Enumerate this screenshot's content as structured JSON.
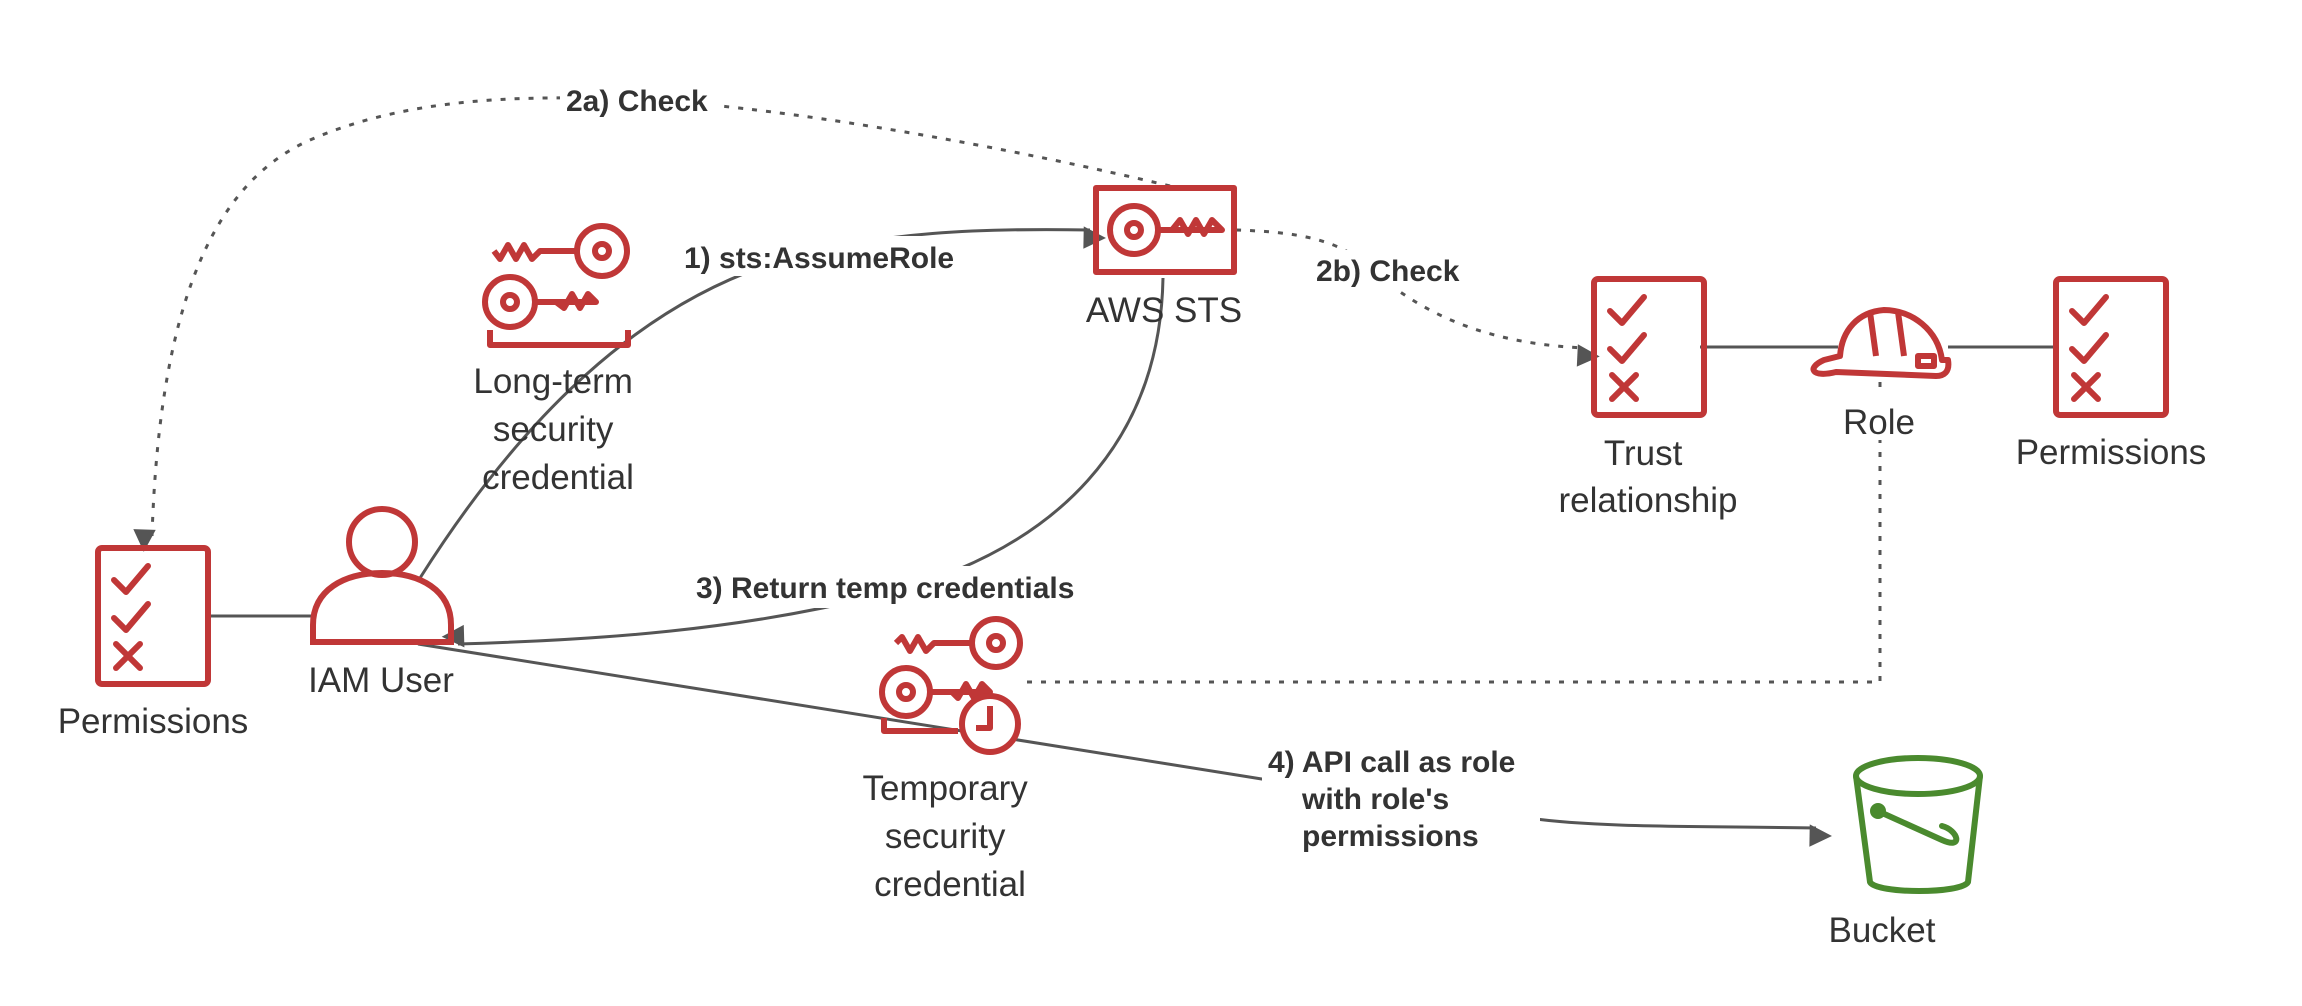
{
  "colors": {
    "icon": "#c03737",
    "bucket": "#4a8a2e",
    "line": "#555555",
    "text": "#333333"
  },
  "nodes": {
    "permissions_left": {
      "label": "Permissions",
      "icon": "checklist-icon"
    },
    "iam_user": {
      "label": "IAM User",
      "icon": "user-icon"
    },
    "long_term_credential": {
      "label_lines": [
        "Long-term",
        "security",
        "credential"
      ],
      "icon": "keys-icon"
    },
    "aws_sts": {
      "label": "AWS STS",
      "icon": "key-icon"
    },
    "trust_relationship": {
      "label_lines": [
        "Trust",
        "relationship"
      ],
      "icon": "checklist-icon"
    },
    "role": {
      "label": "Role",
      "icon": "hard-hat-icon"
    },
    "permissions_right": {
      "label": "Permissions",
      "icon": "checklist-icon"
    },
    "temporary_credential": {
      "label_lines": [
        "Temporary",
        "security",
        "credential"
      ],
      "icon": "keys-clock-icon"
    },
    "bucket": {
      "label": "Bucket",
      "icon": "bucket-icon"
    }
  },
  "edges": {
    "assume_role": {
      "label": "1) sts:AssumeRole"
    },
    "check_2a": {
      "label": "2a) Check"
    },
    "check_2b": {
      "label": "2b) Check"
    },
    "return_temp": {
      "label": "3) Return temp credentials"
    },
    "api_call": {
      "label_lines": [
        "4) API call as role",
        "with role's",
        "permissions"
      ]
    }
  }
}
